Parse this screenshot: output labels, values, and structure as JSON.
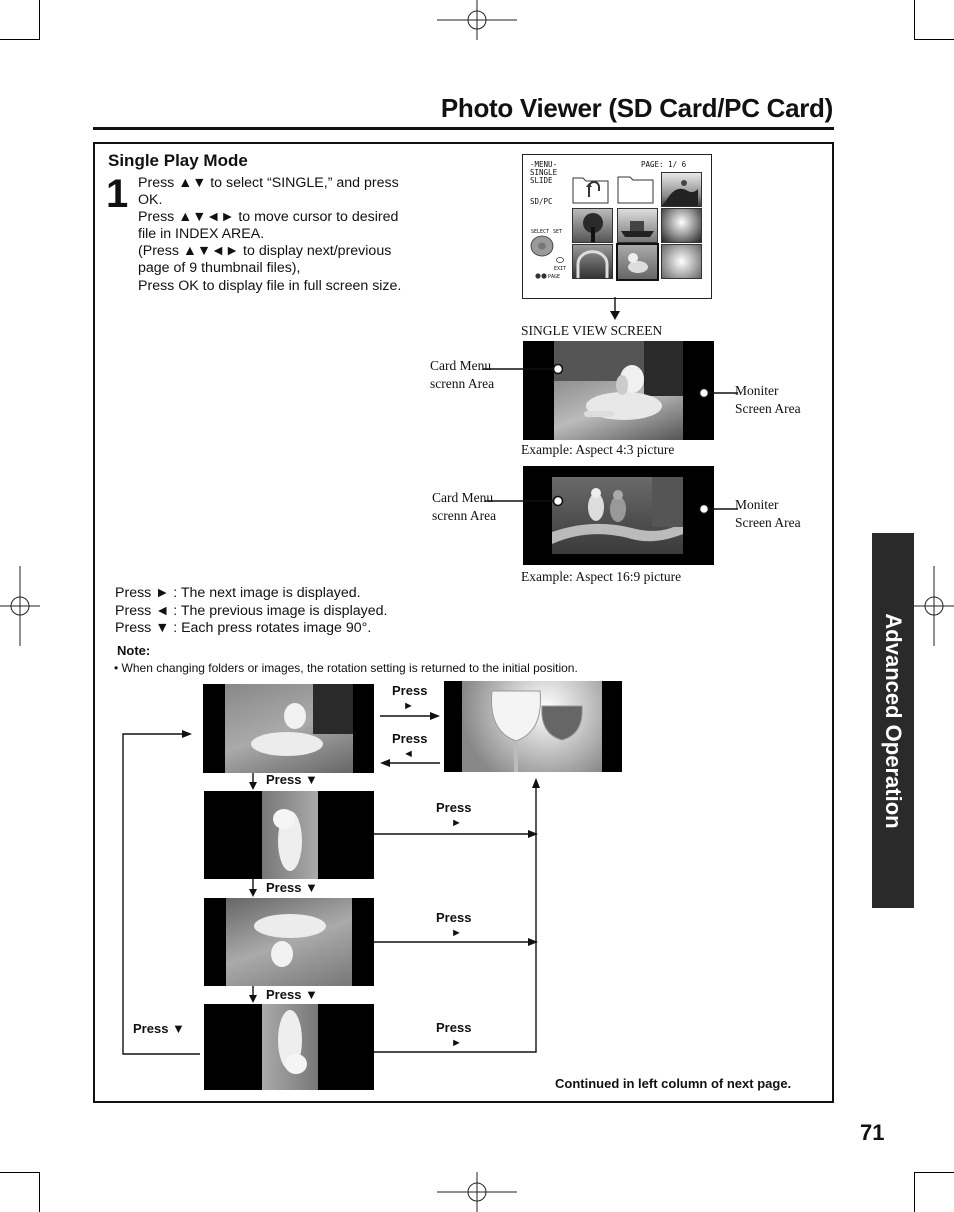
{
  "page": {
    "title": "Photo Viewer (SD Card/PC Card)",
    "side_tab": "Advanced Operation",
    "page_number": "71"
  },
  "section": {
    "heading": "Single Play Mode",
    "step_number": "1",
    "step_lines": [
      "Press ▲▼ to select “SINGLE,” and press",
      "OK.",
      "Press ▲▼◄► to move cursor to desired",
      "file in INDEX AREA.",
      "(Press ▲▼◄► to display next/previous",
      "page of 9 thumbnail files),",
      "Press OK to display file in full screen size."
    ]
  },
  "menu_screen": {
    "menu_label": "-MENU-",
    "mode_1": "SINGLE",
    "mode_2": "SLIDE",
    "source": "SD/PC",
    "page_label": "PAGE:  1/ 6",
    "select_label": "SELECT",
    "set_label": "SET",
    "exit_label": "EXIT",
    "page_btn_label": "PAGE"
  },
  "single_view": {
    "caption": "SINGLE VIEW SCREEN",
    "card_menu_line1": "Card Menu",
    "card_menu_line2": "screnn Area",
    "monitor_line1": "Moniter",
    "monitor_line2": "Screen Area",
    "example_43": "Example: Aspect 4:3 picture",
    "example_169": "Example: Aspect 16:9 picture"
  },
  "press_info": [
    "Press ► : The next image is displayed.",
    "Press ◄ : The previous image is displayed.",
    "Press ▼ : Each press rotates image 90°."
  ],
  "note": {
    "heading": "Note:",
    "text": "•  When changing folders or images, the rotation setting is returned to the initial position."
  },
  "flow": {
    "press_word": "Press",
    "right_arrow": "►",
    "left_arrow": "◄",
    "press_down": "Press ▼"
  },
  "footer": {
    "continued": "Continued in left column of next page."
  },
  "colors": {
    "frame": "#111111",
    "side_tab_bg": "#2a2a2a",
    "side_tab_text": "#ffffff"
  }
}
